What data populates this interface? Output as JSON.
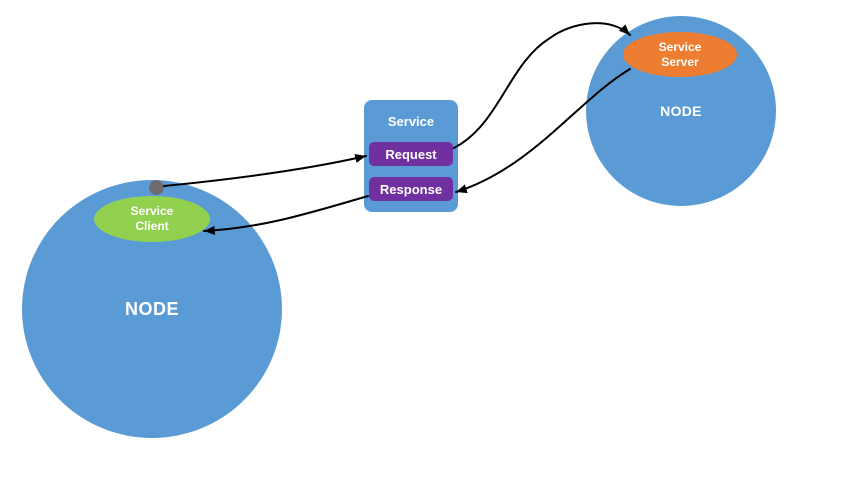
{
  "nodes": {
    "left": {
      "label": "NODE"
    },
    "right": {
      "label": "NODE"
    }
  },
  "service_client": {
    "line1": "Service",
    "line2": "Client"
  },
  "service_server": {
    "line1": "Service",
    "line2": "Server"
  },
  "service_box": {
    "title": "Service",
    "request": "Request",
    "response": "Response"
  },
  "colors": {
    "node_fill": "#5b9bd5",
    "service_client_fill": "#92d050",
    "service_server_fill": "#ed7d31",
    "request_response_fill": "#7030a0",
    "arrow": "#000000",
    "connection_dot": "#6d6d6d",
    "background": "#ffffff",
    "text": "#ffffff"
  }
}
